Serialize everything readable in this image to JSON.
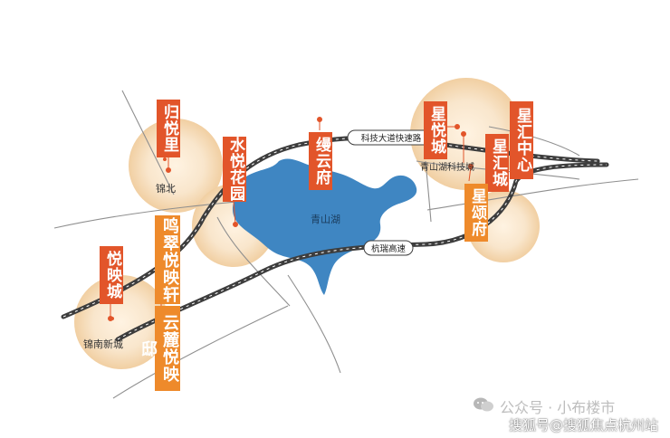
{
  "labels": {
    "guiyueli": "归悦里",
    "shuiyue": "水悦花园",
    "miaoyun": "缦云府",
    "xingyuecheng": "星悦城",
    "xinghuizhongxin": "星汇中心",
    "xinghuicheng": "星汇城",
    "xingsongfu": "星颂府",
    "yueyingcheng": "悦映城",
    "mingcui": "鸣翠悦映轩",
    "yunlu": "云麓悦映邸"
  },
  "places": {
    "jinbei": "锦北",
    "jinnan": "锦南新城",
    "qingshanhu": "青山湖",
    "qsh_tech": "青山湖科技城"
  },
  "roads": {
    "keji": "科技大道快速路",
    "hangrui": "杭瑞高速"
  },
  "watermark": {
    "line1": "公众号 · 小布楼市",
    "line2": "搜狐号@搜狐焦点杭州站"
  },
  "colors": {
    "lake": "#3f86c2",
    "road": "#3d3d3d",
    "label_red": "#e2552a",
    "label_orange": "#ee8a2b",
    "glow": "#f6dcb8"
  }
}
